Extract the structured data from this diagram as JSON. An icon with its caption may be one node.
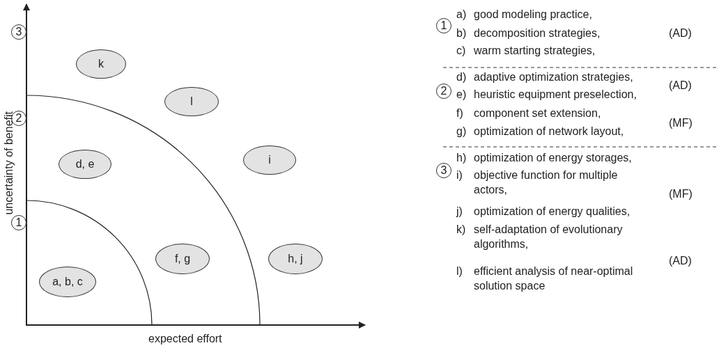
{
  "diagram": {
    "nodes": [
      {
        "text": [
          "3"
        ]
      },
      {
        "text": [
          "k"
        ]
      },
      {
        "text": [
          "2"
        ]
      },
      {
        "text": [
          "l"
        ]
      },
      {
        "text": [
          "d, e"
        ]
      },
      {
        "text": [
          "i"
        ]
      },
      {
        "text": [
          "1"
        ]
      },
      {
        "text": [
          "h, j"
        ]
      },
      {
        "text": [
          "f, g"
        ]
      },
      {
        "text": [
          "a, b, c"
        ]
      },
      {
        "text": [
          "1"
        ]
      },
      {
        "text": [
          "2"
        ]
      },
      {
        "text": [
          "3"
        ]
      }
    ],
    "edges": [],
    "labels": [
      "uncertainty of benefit",
      "expected effort",
      "a)",
      "good modeling practice,",
      "b)",
      "decomposition strategies,",
      "(AD)",
      "c)",
      "warm starting strategies,",
      "d)",
      "adaptive optimization strategies,",
      "(AD)",
      "e)",
      "heuristic equipment preselection,",
      "f)",
      "component set extension,",
      "(MF)",
      "g)",
      "optimization of network layout,",
      "h)",
      "optimization of energy storages,",
      "i)",
      "objective function for multiple actors,",
      "(MF)",
      "j)",
      "optimization of energy qualities,",
      "k)",
      "self-adaptation of evolutionary algorithms,",
      "(AD)",
      "l)",
      "efficient analysis of near-optimal solution space"
    ]
  }
}
